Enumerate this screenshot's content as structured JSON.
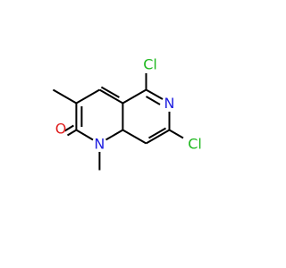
{
  "atoms": {
    "cl5": {
      "text": "Cl",
      "color": "#1fb81f"
    },
    "cl7": {
      "text": "Cl",
      "color": "#1fb81f"
    },
    "n6": {
      "text": "N",
      "color": "#1f1fe0"
    },
    "n1": {
      "text": "N",
      "color": "#1f1fe0"
    },
    "o": {
      "text": "O",
      "color": "#e01f1f"
    }
  },
  "colors": {
    "bond": "#000000",
    "background": "#ffffff"
  }
}
